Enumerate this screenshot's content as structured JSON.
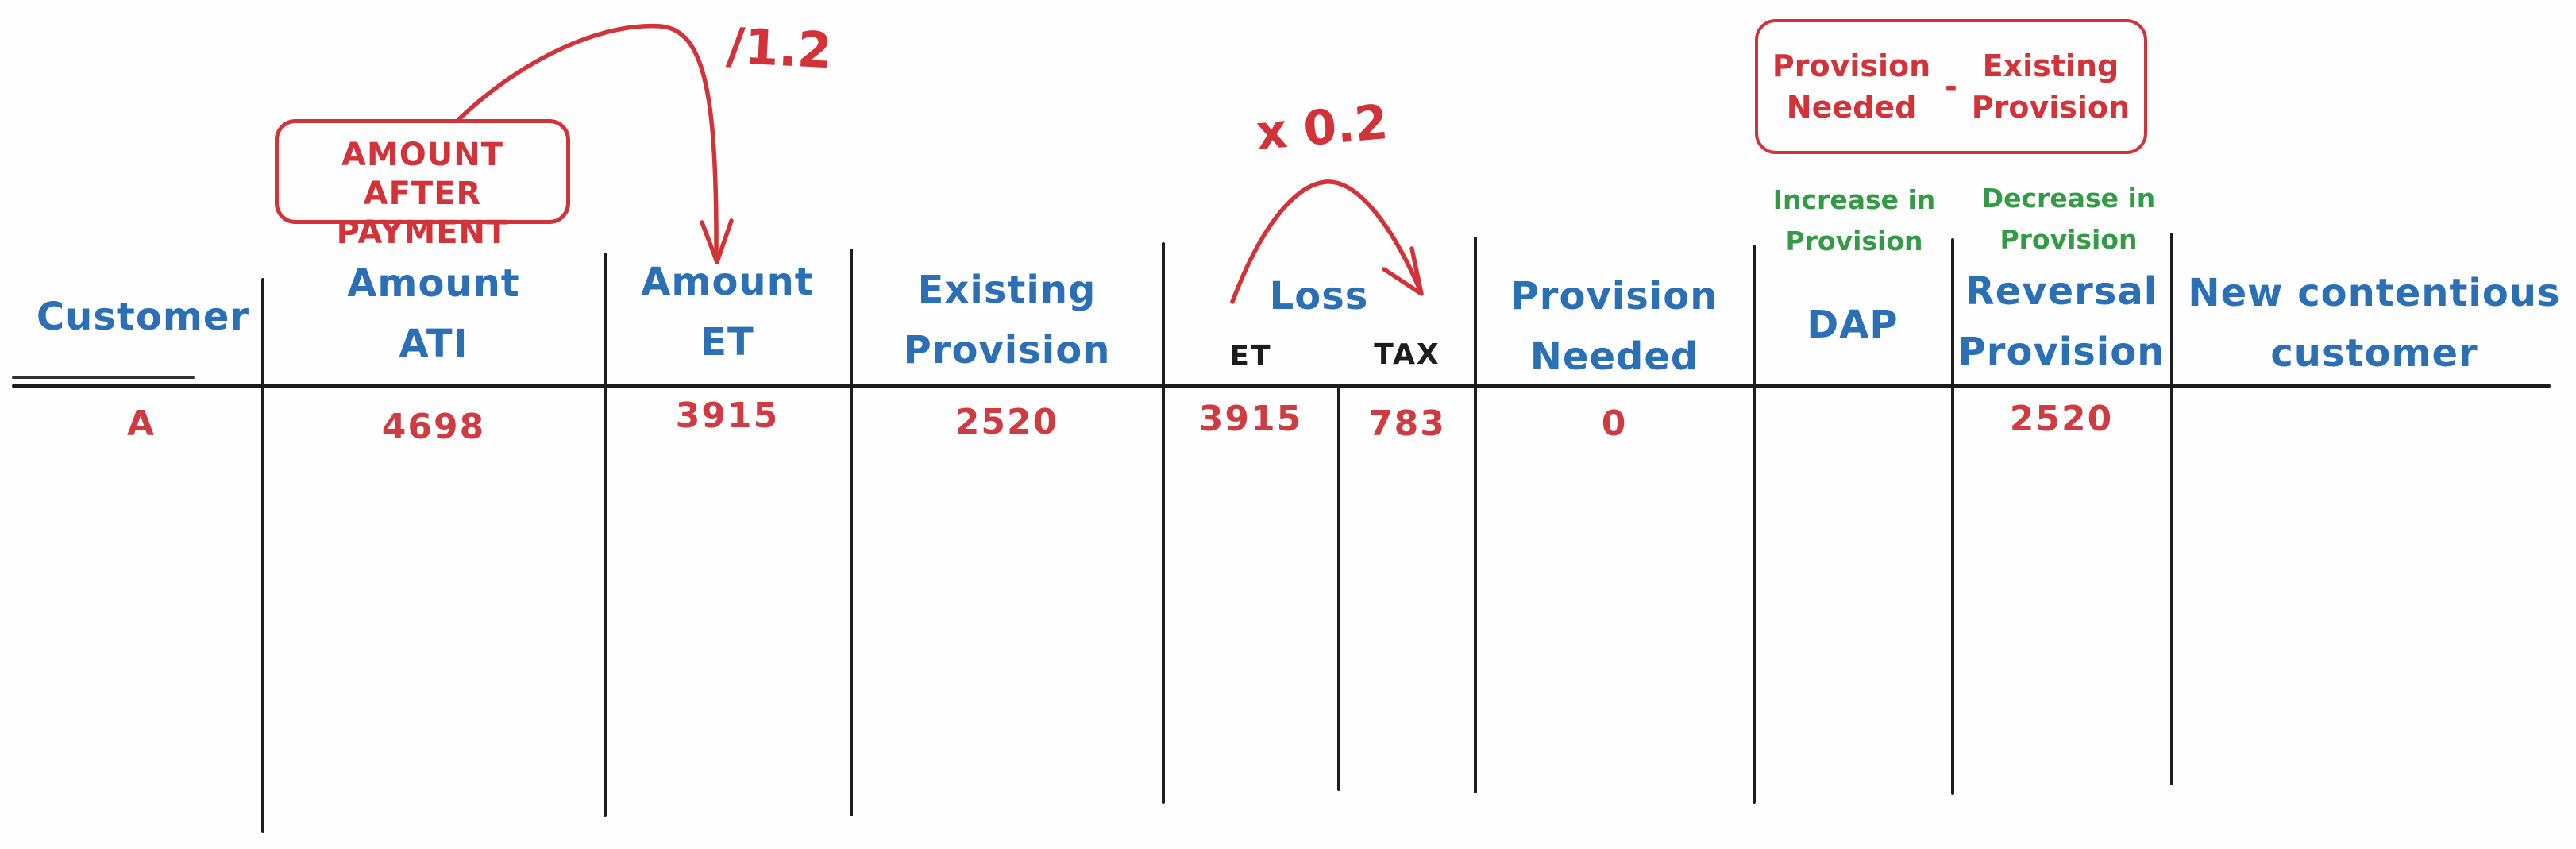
{
  "palette": {
    "background": "#fefefe",
    "header_blue": "#2b6fb5",
    "value_red": "#cf3b40",
    "annotation_red": "#d23338",
    "note_green": "#339a46",
    "line_black": "#1e1e1e"
  },
  "table": {
    "columns": [
      {
        "name": "Customer",
        "label_lines": [
          "Customer"
        ],
        "value": "A"
      },
      {
        "name": "Amount ATI",
        "label_lines": [
          "Amount",
          "ATI"
        ],
        "value": "4698"
      },
      {
        "name": "Amount ET",
        "label_lines": [
          "Amount",
          "ET"
        ],
        "value": "3915"
      },
      {
        "name": "Existing Provision",
        "label_lines": [
          "Existing",
          "Provision"
        ],
        "value": "2520"
      },
      {
        "name": "Loss",
        "label_lines": [
          "Loss"
        ],
        "sub_columns": [
          {
            "label": "ET",
            "value": "3915"
          },
          {
            "label": "TAX",
            "value": "783"
          }
        ]
      },
      {
        "name": "Provision Needed",
        "label_lines": [
          "Provision",
          "Needed"
        ],
        "value": "0"
      },
      {
        "name": "DAP",
        "label_lines": [
          "DAP"
        ],
        "value": ""
      },
      {
        "name": "Reversal Provision",
        "label_lines": [
          "Reversal",
          "Provision"
        ],
        "value": "2520"
      },
      {
        "name": "New contentious customer",
        "label_lines": [
          "New contentious",
          "customer"
        ],
        "value": ""
      }
    ]
  },
  "annotations": {
    "divide_label": "/1.2",
    "multiply_label": "x 0.2",
    "amount_after_payment": {
      "line1": "AMOUNT AFTER",
      "line2": "PAYMENT"
    },
    "provision_formula": {
      "left_line1": "Provision",
      "left_line2": "Needed",
      "operator": "-",
      "right_line1": "Existing",
      "right_line2": "Provision"
    },
    "increase_note": {
      "line1": "Increase in",
      "line2": "Provision"
    },
    "decrease_note": {
      "line1": "Decrease in",
      "line2": "Provision"
    }
  }
}
